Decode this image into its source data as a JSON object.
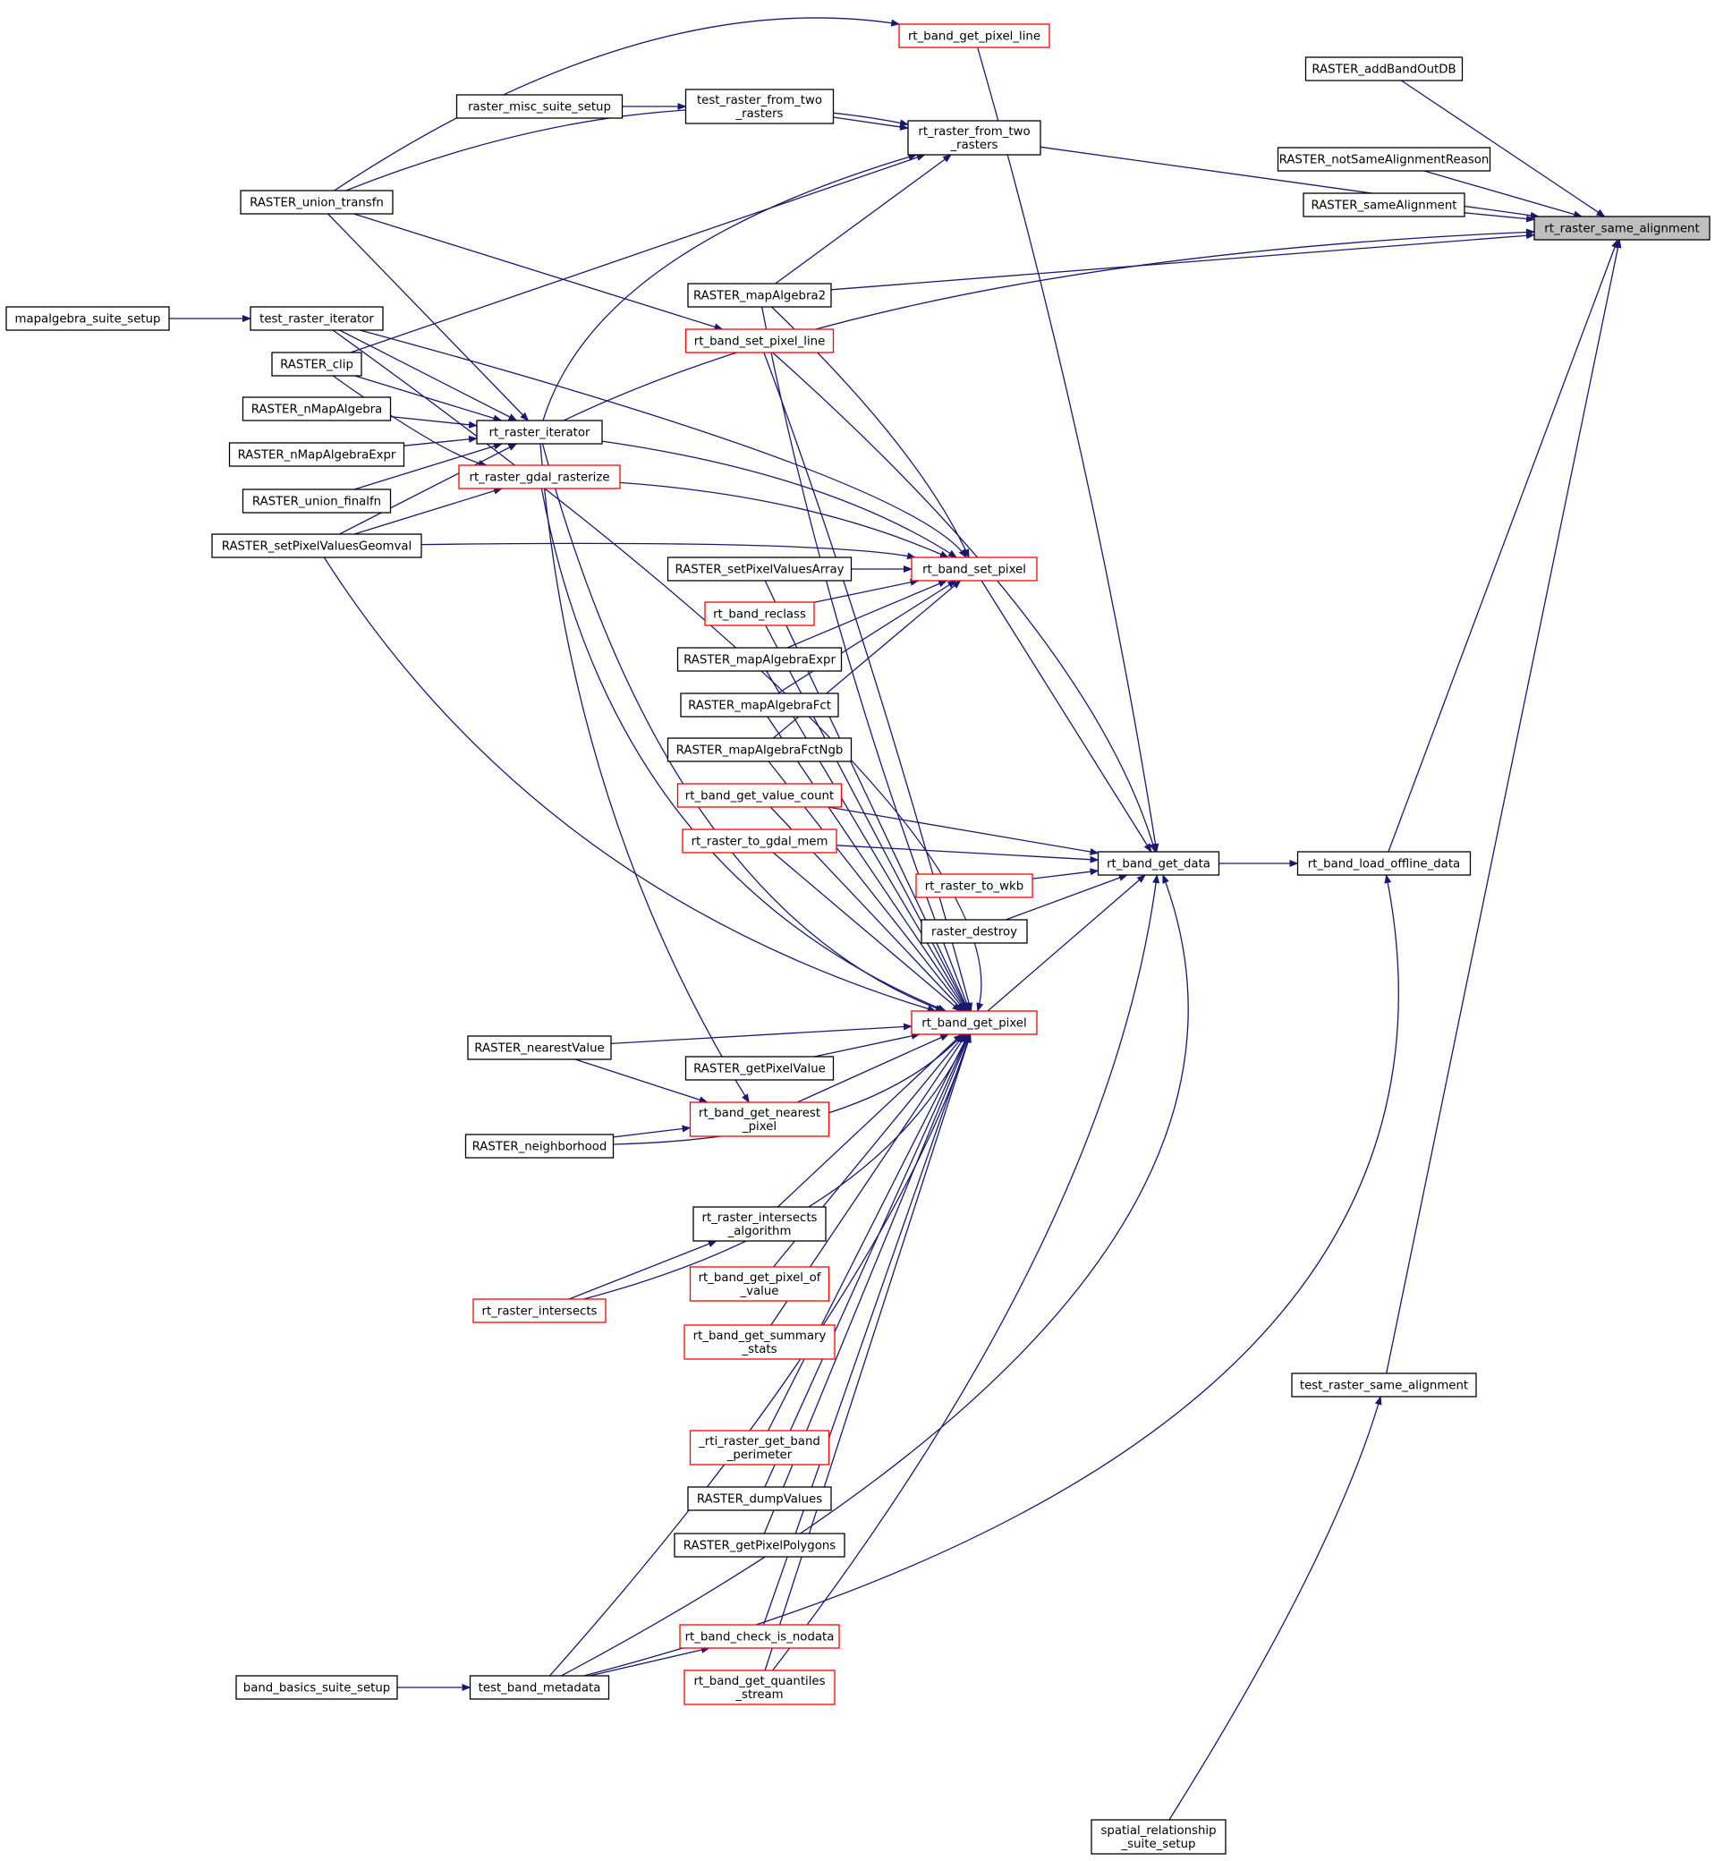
{
  "colors": {
    "edge": "#191970",
    "node_border_normal": "#000000",
    "node_border_truncated": "#ff0000",
    "node_fill_highlight": "#bfbfbf",
    "background": "#ffffff"
  },
  "diagram": {
    "kind": "caller-graph",
    "nodes": [
      {
        "id": "rt_raster_same_alignment",
        "lines": [
          "rt_raster_same_alignment"
        ],
        "style": "highlight"
      },
      {
        "id": "RASTER_addBandOutDB",
        "lines": [
          "RASTER_addBandOutDB"
        ],
        "style": "normal"
      },
      {
        "id": "RASTER_notSameAlignmentReason",
        "lines": [
          "RASTER_notSameAlignmentReason"
        ],
        "style": "normal"
      },
      {
        "id": "RASTER_sameAlignment",
        "lines": [
          "RASTER_sameAlignment"
        ],
        "style": "normal"
      },
      {
        "id": "rt_band_get_pixel_line",
        "lines": [
          "rt_band_get_pixel_line"
        ],
        "style": "truncated"
      },
      {
        "id": "rt_raster_from_two_rasters",
        "lines": [
          "rt_raster_from_two",
          "_rasters"
        ],
        "style": "normal"
      },
      {
        "id": "test_raster_from_two_rasters",
        "lines": [
          "test_raster_from_two",
          "_rasters"
        ],
        "style": "normal"
      },
      {
        "id": "raster_misc_suite_setup",
        "lines": [
          "raster_misc_suite_setup"
        ],
        "style": "normal"
      },
      {
        "id": "RASTER_union_transfn",
        "lines": [
          "RASTER_union_transfn"
        ],
        "style": "normal"
      },
      {
        "id": "RASTER_mapAlgebra2",
        "lines": [
          "RASTER_mapAlgebra2"
        ],
        "style": "normal"
      },
      {
        "id": "mapalgebra_suite_setup",
        "lines": [
          "mapalgebra_suite_setup"
        ],
        "style": "normal"
      },
      {
        "id": "test_raster_iterator",
        "lines": [
          "test_raster_iterator"
        ],
        "style": "normal"
      },
      {
        "id": "rt_band_set_pixel_line",
        "lines": [
          "rt_band_set_pixel_line"
        ],
        "style": "truncated"
      },
      {
        "id": "RASTER_clip",
        "lines": [
          "RASTER_clip"
        ],
        "style": "normal"
      },
      {
        "id": "RASTER_nMapAlgebra",
        "lines": [
          "RASTER_nMapAlgebra"
        ],
        "style": "normal"
      },
      {
        "id": "rt_raster_iterator",
        "lines": [
          "rt_raster_iterator"
        ],
        "style": "normal"
      },
      {
        "id": "RASTER_nMapAlgebraExpr",
        "lines": [
          "RASTER_nMapAlgebraExpr"
        ],
        "style": "normal"
      },
      {
        "id": "rt_raster_gdal_rasterize",
        "lines": [
          "rt_raster_gdal_rasterize"
        ],
        "style": "truncated"
      },
      {
        "id": "RASTER_union_finalfn",
        "lines": [
          "RASTER_union_finalfn"
        ],
        "style": "normal"
      },
      {
        "id": "RASTER_setPixelValuesGeomval",
        "lines": [
          "RASTER_setPixelValuesGeomval"
        ],
        "style": "normal"
      },
      {
        "id": "RASTER_setPixelValuesArray",
        "lines": [
          "RASTER_setPixelValuesArray"
        ],
        "style": "normal"
      },
      {
        "id": "rt_band_set_pixel",
        "lines": [
          "rt_band_set_pixel"
        ],
        "style": "truncated"
      },
      {
        "id": "rt_band_reclass",
        "lines": [
          "rt_band_reclass"
        ],
        "style": "truncated"
      },
      {
        "id": "RASTER_mapAlgebraExpr",
        "lines": [
          "RASTER_mapAlgebraExpr"
        ],
        "style": "normal"
      },
      {
        "id": "RASTER_mapAlgebraFct",
        "lines": [
          "RASTER_mapAlgebraFct"
        ],
        "style": "normal"
      },
      {
        "id": "RASTER_mapAlgebraFctNgb",
        "lines": [
          "RASTER_mapAlgebraFctNgb"
        ],
        "style": "normal"
      },
      {
        "id": "rt_band_get_value_count",
        "lines": [
          "rt_band_get_value_count"
        ],
        "style": "truncated"
      },
      {
        "id": "rt_raster_to_gdal_mem",
        "lines": [
          "rt_raster_to_gdal_mem"
        ],
        "style": "truncated"
      },
      {
        "id": "rt_band_get_data",
        "lines": [
          "rt_band_get_data"
        ],
        "style": "normal"
      },
      {
        "id": "rt_band_load_offline_data",
        "lines": [
          "rt_band_load_offline_data"
        ],
        "style": "normal"
      },
      {
        "id": "rt_raster_to_wkb",
        "lines": [
          "rt_raster_to_wkb"
        ],
        "style": "truncated"
      },
      {
        "id": "raster_destroy",
        "lines": [
          "raster_destroy"
        ],
        "style": "normal"
      },
      {
        "id": "rt_band_get_pixel",
        "lines": [
          "rt_band_get_pixel"
        ],
        "style": "truncated"
      },
      {
        "id": "RASTER_nearestValue",
        "lines": [
          "RASTER_nearestValue"
        ],
        "style": "normal"
      },
      {
        "id": "RASTER_getPixelValue",
        "lines": [
          "RASTER_getPixelValue"
        ],
        "style": "normal"
      },
      {
        "id": "rt_band_get_nearest_pixel",
        "lines": [
          "rt_band_get_nearest",
          "_pixel"
        ],
        "style": "truncated"
      },
      {
        "id": "RASTER_neighborhood",
        "lines": [
          "RASTER_neighborhood"
        ],
        "style": "normal"
      },
      {
        "id": "rt_raster_intersects_algorithm",
        "lines": [
          "rt_raster_intersects",
          "_algorithm"
        ],
        "style": "normal"
      },
      {
        "id": "rt_band_get_pixel_of_value",
        "lines": [
          "rt_band_get_pixel_of",
          "_value"
        ],
        "style": "truncated"
      },
      {
        "id": "rt_raster_intersects",
        "lines": [
          "rt_raster_intersects"
        ],
        "style": "truncated"
      },
      {
        "id": "rt_band_get_summary_stats",
        "lines": [
          "rt_band_get_summary",
          "_stats"
        ],
        "style": "truncated"
      },
      {
        "id": "test_raster_same_alignment",
        "lines": [
          "test_raster_same_alignment"
        ],
        "style": "normal"
      },
      {
        "id": "_rti_raster_get_band_perimeter",
        "lines": [
          "_rti_raster_get_band",
          "_perimeter"
        ],
        "style": "truncated"
      },
      {
        "id": "RASTER_dumpValues",
        "lines": [
          "RASTER_dumpValues"
        ],
        "style": "normal"
      },
      {
        "id": "RASTER_getPixelPolygons",
        "lines": [
          "RASTER_getPixelPolygons"
        ],
        "style": "normal"
      },
      {
        "id": "rt_band_check_is_nodata",
        "lines": [
          "rt_band_check_is_nodata"
        ],
        "style": "truncated"
      },
      {
        "id": "rt_band_get_quantiles_stream",
        "lines": [
          "rt_band_get_quantiles",
          "_stream"
        ],
        "style": "truncated"
      },
      {
        "id": "band_basics_suite_setup",
        "lines": [
          "band_basics_suite_setup"
        ],
        "style": "normal"
      },
      {
        "id": "test_band_metadata",
        "lines": [
          "test_band_metadata"
        ],
        "style": "normal"
      },
      {
        "id": "spatial_relationship_suite_setup",
        "lines": [
          "spatial_relationship",
          "_suite_setup"
        ],
        "style": "normal"
      }
    ],
    "edges": [
      [
        "RASTER_addBandOutDB",
        "rt_raster_same_alignment"
      ],
      [
        "RASTER_notSameAlignmentReason",
        "rt_raster_same_alignment"
      ],
      [
        "RASTER_sameAlignment",
        "rt_raster_same_alignment"
      ],
      [
        "rt_raster_from_two_rasters",
        "rt_raster_same_alignment"
      ],
      [
        "rt_raster_iterator",
        "rt_raster_same_alignment"
      ],
      [
        "RASTER_mapAlgebra2",
        "rt_raster_same_alignment"
      ],
      [
        "rt_band_load_offline_data",
        "rt_raster_same_alignment"
      ],
      [
        "test_raster_same_alignment",
        "rt_raster_same_alignment"
      ],
      [
        "RASTER_union_transfn",
        "rt_band_get_pixel_line"
      ],
      [
        "test_raster_from_two_rasters",
        "rt_raster_from_two_rasters"
      ],
      [
        "RASTER_union_transfn",
        "rt_raster_from_two_rasters"
      ],
      [
        "RASTER_clip",
        "rt_raster_from_two_rasters"
      ],
      [
        "RASTER_mapAlgebra2",
        "rt_raster_from_two_rasters"
      ],
      [
        "rt_raster_iterator",
        "rt_raster_from_two_rasters"
      ],
      [
        "raster_misc_suite_setup",
        "test_raster_from_two_rasters"
      ],
      [
        "mapalgebra_suite_setup",
        "test_raster_iterator"
      ],
      [
        "RASTER_union_transfn",
        "rt_band_set_pixel_line"
      ],
      [
        "RASTER_union_transfn",
        "rt_raster_iterator"
      ],
      [
        "test_raster_iterator",
        "rt_raster_iterator"
      ],
      [
        "RASTER_clip",
        "rt_raster_iterator"
      ],
      [
        "RASTER_nMapAlgebra",
        "rt_raster_iterator"
      ],
      [
        "RASTER_nMapAlgebraExpr",
        "rt_raster_iterator"
      ],
      [
        "RASTER_union_finalfn",
        "rt_raster_iterator"
      ],
      [
        "RASTER_setPixelValuesGeomval",
        "rt_raster_iterator"
      ],
      [
        "RASTER_clip",
        "rt_raster_gdal_rasterize"
      ],
      [
        "RASTER_setPixelValuesGeomval",
        "rt_raster_gdal_rasterize"
      ],
      [
        "RASTER_setPixelValuesArray",
        "rt_band_set_pixel"
      ],
      [
        "rt_band_reclass",
        "rt_band_set_pixel"
      ],
      [
        "RASTER_mapAlgebraExpr",
        "rt_band_set_pixel"
      ],
      [
        "RASTER_mapAlgebraFct",
        "rt_band_set_pixel"
      ],
      [
        "RASTER_mapAlgebraFctNgb",
        "rt_band_set_pixel"
      ],
      [
        "RASTER_mapAlgebra2",
        "rt_band_set_pixel"
      ],
      [
        "rt_raster_iterator",
        "rt_band_set_pixel"
      ],
      [
        "rt_raster_gdal_rasterize",
        "rt_band_set_pixel"
      ],
      [
        "RASTER_setPixelValuesGeomval",
        "rt_band_set_pixel"
      ],
      [
        "test_raster_iterator",
        "rt_band_set_pixel"
      ],
      [
        "rt_band_get_pixel_line",
        "rt_band_get_data"
      ],
      [
        "rt_band_set_pixel_line",
        "rt_band_get_data"
      ],
      [
        "rt_band_set_pixel",
        "rt_band_get_data"
      ],
      [
        "rt_band_get_value_count",
        "rt_band_get_data"
      ],
      [
        "rt_raster_to_gdal_mem",
        "rt_band_get_data"
      ],
      [
        "rt_raster_to_wkb",
        "rt_band_get_data"
      ],
      [
        "raster_destroy",
        "rt_band_get_data"
      ],
      [
        "rt_band_get_pixel",
        "rt_band_get_data"
      ],
      [
        "rt_band_get_quantiles_stream",
        "rt_band_get_data"
      ],
      [
        "test_band_metadata",
        "rt_band_get_data"
      ],
      [
        "rt_band_get_data",
        "rt_band_load_offline_data"
      ],
      [
        "test_band_metadata",
        "rt_band_load_offline_data"
      ],
      [
        "spatial_relationship_suite_setup",
        "test_raster_same_alignment"
      ],
      [
        "rt_band_set_pixel_line",
        "rt_band_get_pixel"
      ],
      [
        "RASTER_mapAlgebra2",
        "rt_band_get_pixel"
      ],
      [
        "rt_raster_iterator",
        "rt_band_get_pixel"
      ],
      [
        "rt_raster_gdal_rasterize",
        "rt_band_get_pixel"
      ],
      [
        "RASTER_setPixelValuesGeomval",
        "rt_band_get_pixel"
      ],
      [
        "RASTER_setPixelValuesArray",
        "rt_band_get_pixel"
      ],
      [
        "rt_band_reclass",
        "rt_band_get_pixel"
      ],
      [
        "RASTER_mapAlgebraExpr",
        "rt_band_get_pixel"
      ],
      [
        "RASTER_mapAlgebraFct",
        "rt_band_get_pixel"
      ],
      [
        "RASTER_mapAlgebraFctNgb",
        "rt_band_get_pixel"
      ],
      [
        "rt_band_get_value_count",
        "rt_band_get_pixel"
      ],
      [
        "rt_raster_to_gdal_mem",
        "rt_band_get_pixel"
      ],
      [
        "RASTER_nearestValue",
        "rt_band_get_pixel"
      ],
      [
        "RASTER_getPixelValue",
        "rt_band_get_pixel"
      ],
      [
        "rt_band_get_nearest_pixel",
        "rt_band_get_pixel"
      ],
      [
        "RASTER_neighborhood",
        "rt_band_get_pixel"
      ],
      [
        "rt_raster_intersects_algorithm",
        "rt_band_get_pixel"
      ],
      [
        "rt_band_get_pixel_of_value",
        "rt_band_get_pixel"
      ],
      [
        "rt_raster_intersects",
        "rt_band_get_pixel"
      ],
      [
        "rt_band_get_summary_stats",
        "rt_band_get_pixel"
      ],
      [
        "_rti_raster_get_band_perimeter",
        "rt_band_get_pixel"
      ],
      [
        "RASTER_dumpValues",
        "rt_band_get_pixel"
      ],
      [
        "RASTER_getPixelPolygons",
        "rt_band_get_pixel"
      ],
      [
        "rt_band_check_is_nodata",
        "rt_band_get_pixel"
      ],
      [
        "rt_band_get_quantiles_stream",
        "rt_band_get_pixel"
      ],
      [
        "test_band_metadata",
        "rt_band_get_pixel"
      ],
      [
        "test_raster_iterator",
        "rt_band_get_pixel"
      ],
      [
        "RASTER_nearestValue",
        "rt_band_get_nearest_pixel"
      ],
      [
        "RASTER_neighborhood",
        "rt_band_get_nearest_pixel"
      ],
      [
        "rt_raster_iterator",
        "rt_band_get_nearest_pixel"
      ],
      [
        "rt_raster_intersects",
        "rt_raster_intersects_algorithm"
      ],
      [
        "band_basics_suite_setup",
        "test_band_metadata"
      ],
      [
        "test_band_metadata",
        "rt_band_check_is_nodata"
      ]
    ]
  }
}
